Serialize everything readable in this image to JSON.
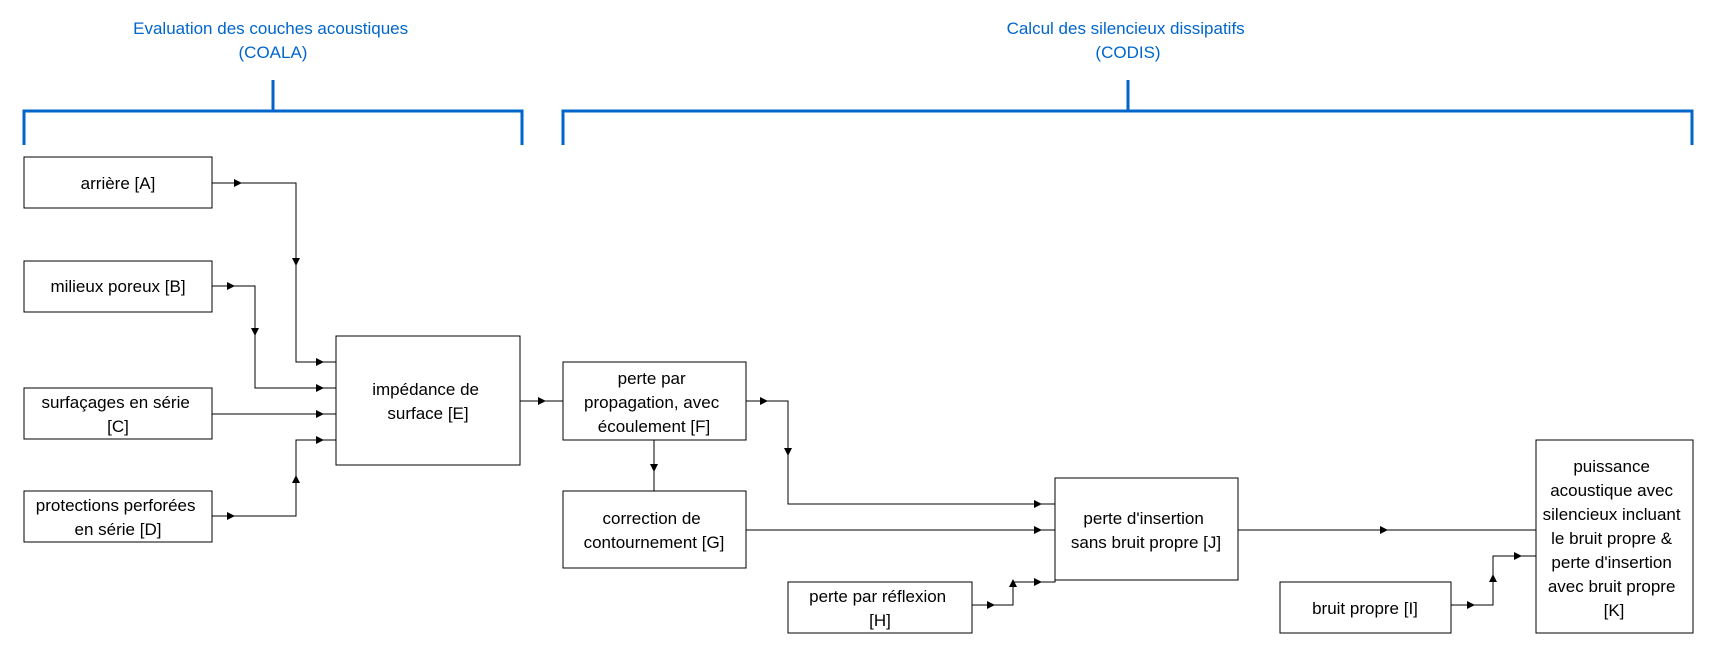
{
  "headers": {
    "coala": [
      "Evaluation des couches acoustiques",
      "(COALA)"
    ],
    "codis": [
      "Calcul des silencieux dissipatifs",
      "(CODIS)"
    ]
  },
  "blocks": {
    "A": [
      "arrière [A]"
    ],
    "B": [
      "milieux poreux [B]"
    ],
    "C": [
      "surfaçages en série",
      "[C]"
    ],
    "D": [
      "protections perforées",
      "en série [D]"
    ],
    "E": [
      "impédance de",
      "surface [E]"
    ],
    "F": [
      "perte par",
      "propagation, avec",
      "écoulement [F]"
    ],
    "G": [
      "correction de",
      "contournement [G]"
    ],
    "H": [
      "perte par réflexion",
      "[H]"
    ],
    "I": [
      "bruit propre [I]"
    ],
    "J": [
      "perte d'insertion",
      "sans bruit propre [J]"
    ],
    "K": [
      "puissance",
      "acoustique avec",
      "silencieux incluant",
      "le bruit propre &",
      "perte d'insertion",
      "avec bruit propre",
      "[K]"
    ]
  },
  "colors": {
    "header": "#0066cc",
    "lines": "#000000"
  }
}
